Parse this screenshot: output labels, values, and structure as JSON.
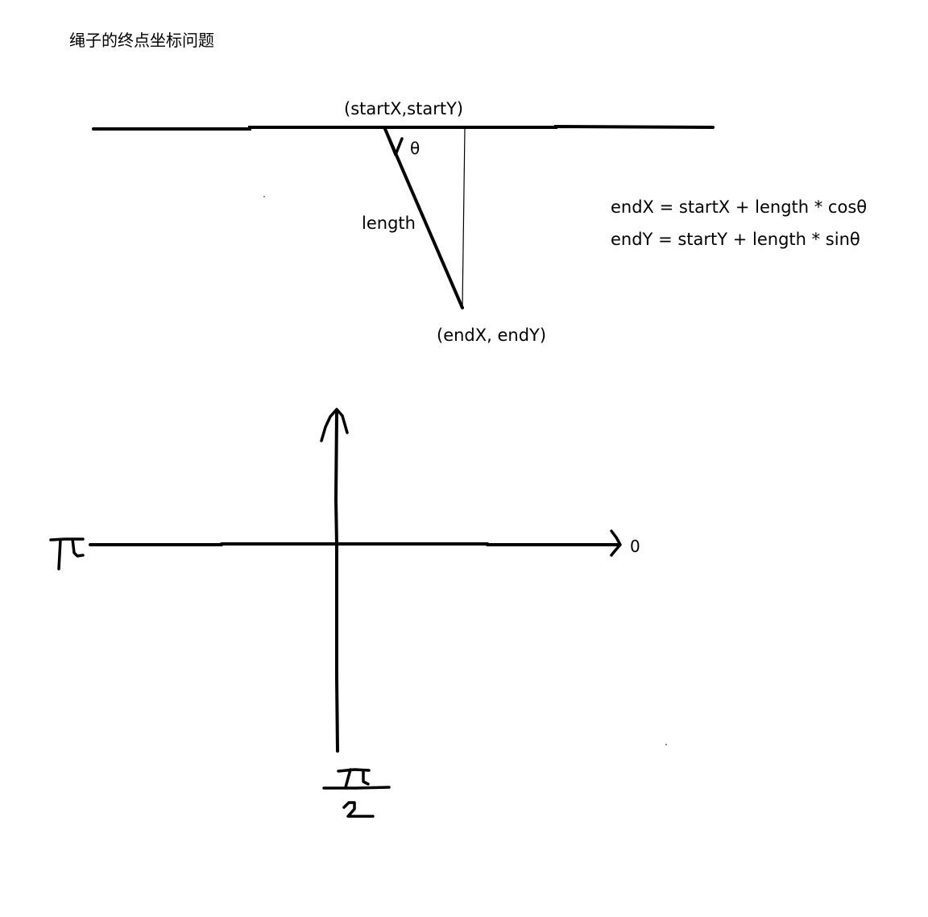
{
  "title": "绳子的终点坐标问题",
  "rope_diagram": {
    "start_point_label": "(startX,startY)",
    "angle_label": "θ",
    "length_label": "length",
    "end_point_label": "(endX, endY)"
  },
  "formulas": {
    "end_x": "endX = startX + length * cosθ",
    "end_y": "endY = startY + length * sinθ"
  },
  "angle_axes": {
    "right_label": "0",
    "left_label": "π",
    "bottom_label_numerator": "π",
    "bottom_label_denominator": "2"
  },
  "colors": {
    "ink": "#000000",
    "background": "#ffffff"
  }
}
